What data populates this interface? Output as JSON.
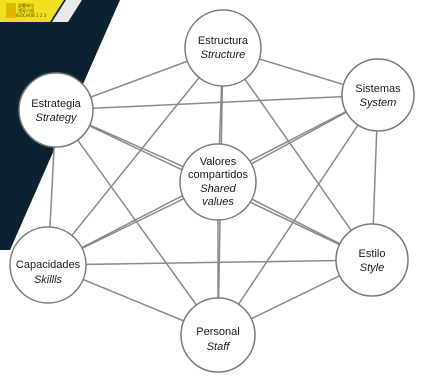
{
  "colors": {
    "background": "#ffffff",
    "line": "#8a8a8a",
    "node_stroke": "#7a7a7a",
    "node_fill": "#ffffff",
    "corner_dark": "#0b2230",
    "corner_accent": "#f0e020"
  },
  "logo": {
    "lines": [
      "部署单位",
      "领导小组",
      "ОБОСНОВ 1 2 3"
    ]
  },
  "nodes": {
    "structure": {
      "es": "Estructura",
      "en": "Structure"
    },
    "system": {
      "es": "Sistemas",
      "en": "System"
    },
    "style": {
      "es": "Estilo",
      "en": "Style"
    },
    "staff": {
      "es": "Personal",
      "en": "Staff"
    },
    "skills": {
      "es": "Capacidades",
      "en": "Skillls"
    },
    "strategy": {
      "es": "Estrategia",
      "en": "Strategy"
    },
    "shared": {
      "es1": "Valores",
      "es2": "compartidos",
      "en1": "Shared",
      "en2": "values"
    }
  }
}
